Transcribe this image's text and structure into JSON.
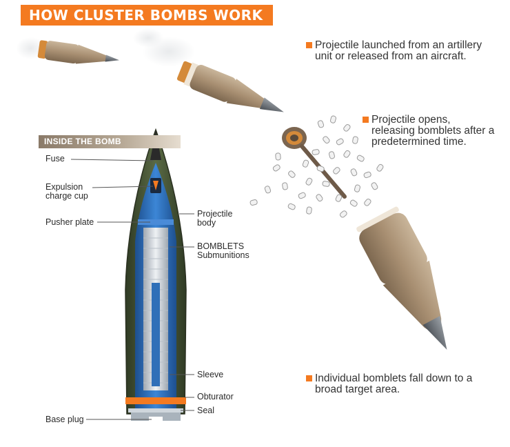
{
  "title": "HOW CLUSTER BOMBS WORK",
  "inside_title": "INSIDE THE BOMB",
  "steps": [
    "Projectile launched from an artillery unit or released from an aircraft.",
    "Projectile opens, releasing bomblets after a predetermined time.",
    "Individual bomblets fall down to a broad target area."
  ],
  "parts": {
    "fuse": "Fuse",
    "expulsion": "Expulsion\ncharge cup",
    "pusher": "Pusher plate",
    "body": "Projectile\nbody",
    "bomblets": "BOMBLETS\nSubmunitions",
    "sleeve": "Sleeve",
    "obturator": "Obturator",
    "seal": "Seal",
    "base": "Base plug"
  },
  "colors": {
    "accent": "#f47a20",
    "shell": "#b19a7e",
    "casing": "#4a5638",
    "inner_blue": "#2f6fb8"
  }
}
